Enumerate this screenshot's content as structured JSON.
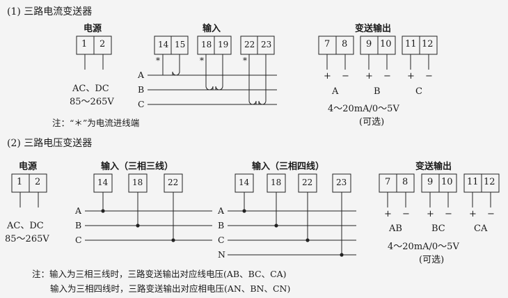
{
  "section1": {
    "title": "(1) 三路电流变送器",
    "power": {
      "header": "电源",
      "terminals": [
        "1",
        "2"
      ],
      "spec_line1": "AC、DC",
      "spec_line2": "85～265V"
    },
    "input": {
      "header": "输入",
      "terminals": [
        "14",
        "15",
        "18",
        "19",
        "22",
        "23"
      ],
      "lines": [
        "A",
        "B",
        "C"
      ],
      "star": "*"
    },
    "output": {
      "header": "变送输出",
      "terminals": [
        "7",
        "8",
        "9",
        "10",
        "11",
        "12"
      ],
      "plus": "+",
      "minus": "−",
      "phases": [
        "A",
        "B",
        "C"
      ],
      "range": "4～20mA/0～5V",
      "optional": "(可选)"
    },
    "note": "注：“＊”为电流进线端"
  },
  "section2": {
    "title": "(2) 三路电压变送器",
    "power": {
      "header": "电源",
      "terminals": [
        "1",
        "2"
      ],
      "spec_line1": "AC、DC",
      "spec_line2": "85～265V"
    },
    "input3": {
      "header": "输入（三相三线）",
      "terminals": [
        "14",
        "18",
        "22"
      ],
      "lines": [
        "A",
        "B",
        "C"
      ]
    },
    "input4": {
      "header": "输入（三相四线）",
      "terminals": [
        "14",
        "18",
        "22",
        "23"
      ],
      "lines": [
        "A",
        "B",
        "C",
        "N"
      ]
    },
    "output": {
      "header": "变送输出",
      "terminals": [
        "7",
        "8",
        "9",
        "10",
        "11",
        "12"
      ],
      "plus": "+",
      "minus": "−",
      "phases": [
        "AB",
        "BC",
        "CA"
      ],
      "range": "4～20mA/0～5V",
      "optional": "(可选)"
    },
    "note_line1": "注：输入为三相三线时，三路变送输出对应线电压(AB、BC、CA)",
    "note_line2": "输入为三相四线时，三路变送输出对应相电压(AN、BN、CN)"
  }
}
